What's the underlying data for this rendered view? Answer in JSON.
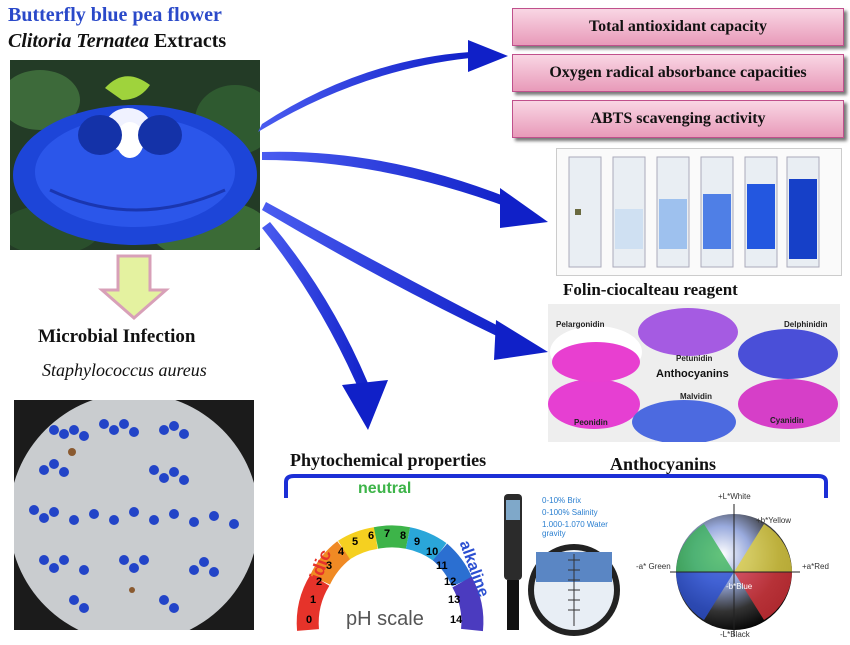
{
  "header": {
    "line1": "Butterfly blue pea flower",
    "line2_italic": "Clitoria Ternatea",
    "line2_rest": "Extracts"
  },
  "capacities": [
    "Total antioxidant capacity",
    "Oxygen radical absorbance capacities",
    "ABTS scavenging activity"
  ],
  "folin_label": "Folin-ciocalteau reagent",
  "anthocyanin_panel": {
    "center": "Anthocyanins",
    "compounds": [
      "Pelargonidin",
      "Delphinidin",
      "Petunidin",
      "Malvidin",
      "Peonidin",
      "Cyanidin"
    ]
  },
  "anthocyanins_label": "Anthocyanins",
  "microbial": {
    "title": "Microbial Infection",
    "organism": "Staphylococcus aureus"
  },
  "phyto_label": "Phytochemical properties",
  "ph_scale": {
    "title": "pH scale",
    "acidic": "acidic",
    "neutral": "neutral",
    "alkaline": "alkaline",
    "numbers": [
      "0",
      "1",
      "2",
      "3",
      "4",
      "5",
      "6",
      "7",
      "8",
      "9",
      "10",
      "11",
      "12",
      "13",
      "14"
    ]
  },
  "refractometer": {
    "lines": [
      "0-10% Brix",
      "0-100% Salinity",
      "1.000-1.070 Water gravity"
    ]
  },
  "color_space": {
    "white": "+L*White",
    "black": "-L*Black",
    "yellow": "+b*Yellow",
    "blue": "-b*Blue",
    "green": "-a* Green",
    "red": "+a*Red"
  },
  "colors": {
    "title_blue": "#2a49c9",
    "arrow_blue": "#1c2fd6",
    "box_pink": "#eaa3c1",
    "down_arrow": "#e4f2a0"
  }
}
